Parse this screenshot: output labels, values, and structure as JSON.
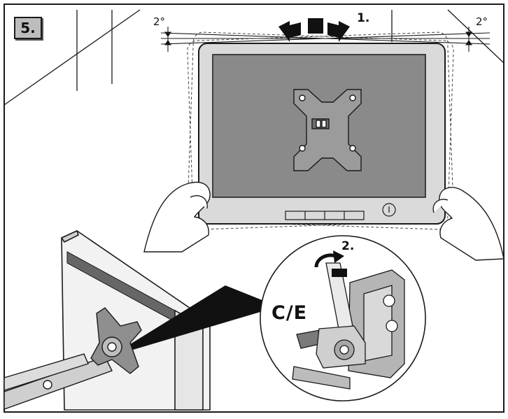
{
  "step_badge": "5.",
  "labels": {
    "tilt_left": "2°",
    "tilt_right": "2°",
    "step_one": "1.",
    "step_two": "2.",
    "lever_code": "C/E"
  },
  "colors": {
    "screen": "#8a8a8a",
    "frame": "#dadada",
    "line": "#1a1a1a",
    "accent_arrow": "#111111",
    "badge": "#bdbdbd"
  },
  "icons": [
    "rotate-arrow-icon",
    "curved-arrow-icon"
  ]
}
